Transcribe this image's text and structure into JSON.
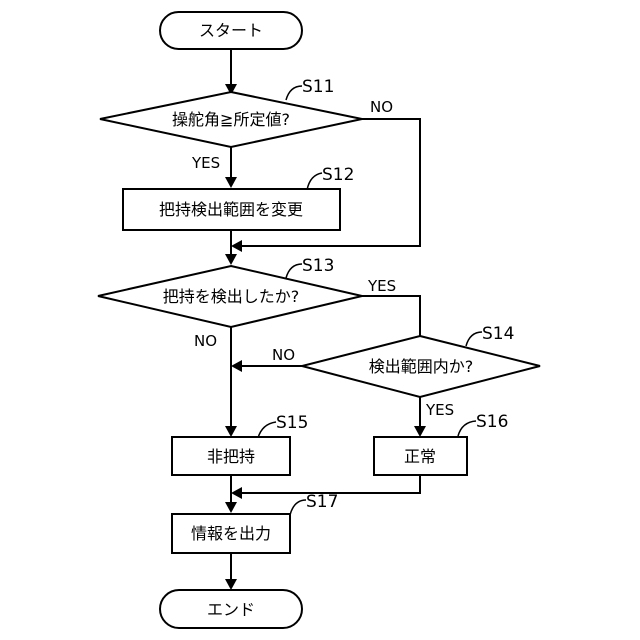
{
  "nodes": {
    "start": "スタート",
    "d_s11": "操舵角≧所定値?",
    "p_s12": "把持検出範囲を変更",
    "d_s13": "把持を検出したか?",
    "d_s14": "検出範囲内か?",
    "p_s15": "非把持",
    "p_s16": "正常",
    "p_s17": "情報を出力",
    "end": "エンド"
  },
  "step_labels": {
    "s11": "S11",
    "s12": "S12",
    "s13": "S13",
    "s14": "S14",
    "s15": "S15",
    "s16": "S16",
    "s17": "S17"
  },
  "branch_labels": {
    "s11_no": "NO",
    "s11_yes": "YES",
    "s13_yes": "YES",
    "s13_no": "NO",
    "s14_no": "NO",
    "s14_yes": "YES"
  }
}
